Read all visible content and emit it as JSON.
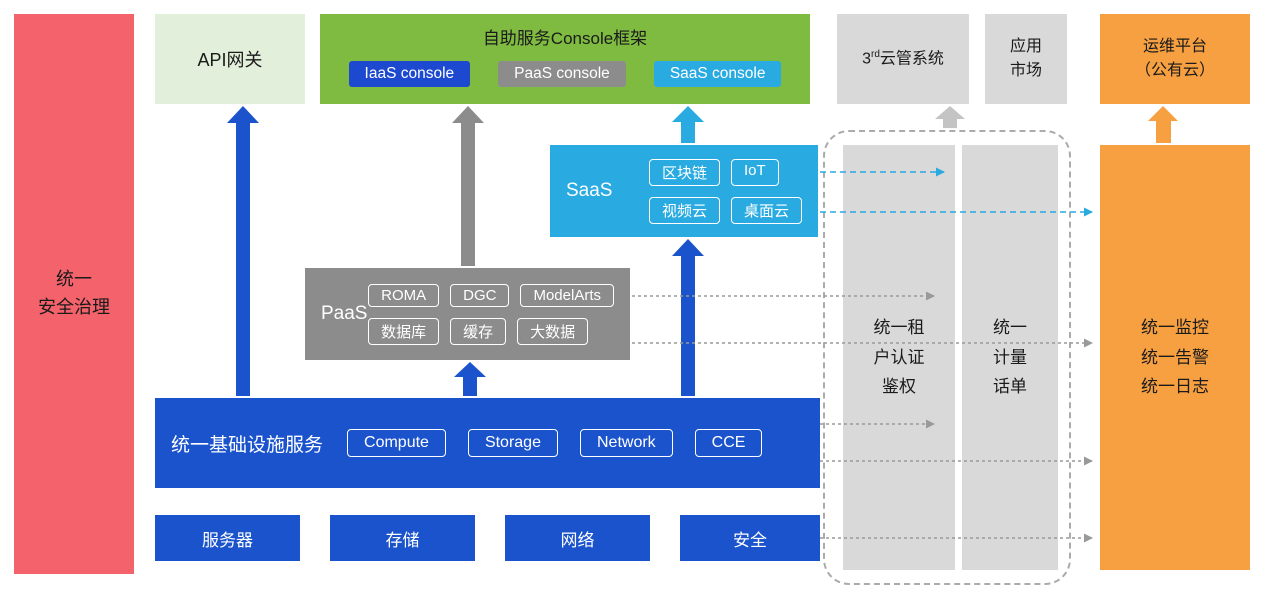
{
  "palette": {
    "red": "#F4636B",
    "light_green": "#E2EFDA",
    "green": "#7FBB41",
    "blue": "#1A53CC",
    "console_blue": "#1C49D0",
    "gray": "#8C8C8C",
    "light_gray": "#D9D9D9",
    "cyan": "#29ABE2",
    "orange": "#F7A041"
  },
  "security_bar": {
    "label": "统一\n安全治理"
  },
  "api_gateway": {
    "label": "API网关"
  },
  "console_framework": {
    "title": "自助服务Console框架",
    "buttons": [
      {
        "label": "IaaS console"
      },
      {
        "label": "PaaS console"
      },
      {
        "label": "SaaS console"
      }
    ]
  },
  "third_party_cloud": {
    "prefix": "3",
    "superscript": "rd",
    "suffix": "云管系统"
  },
  "app_market": {
    "label": "应用\n市场"
  },
  "om_platform": {
    "label": "运维平台\n（公有云）"
  },
  "saas": {
    "label": "SaaS",
    "chips": [
      "区块链",
      "IoT",
      "视频云",
      "桌面云"
    ]
  },
  "paas": {
    "label": "PaaS",
    "chips": [
      "ROMA",
      "DGC",
      "ModelArts",
      "数据库",
      "缓存",
      "大数据"
    ]
  },
  "iaas": {
    "label": "统一基础设施服务",
    "chips": [
      "Compute",
      "Storage",
      "Network",
      "CCE"
    ]
  },
  "hardware": {
    "items": [
      "服务器",
      "存储",
      "网络",
      "安全"
    ]
  },
  "auth_bar": {
    "label": "统一租\n户认证\n鉴权"
  },
  "metering_bar": {
    "label": "统一\n计量\n话单"
  },
  "monitoring_bar": {
    "label": "统一监控\n统一告警\n统一日志"
  }
}
